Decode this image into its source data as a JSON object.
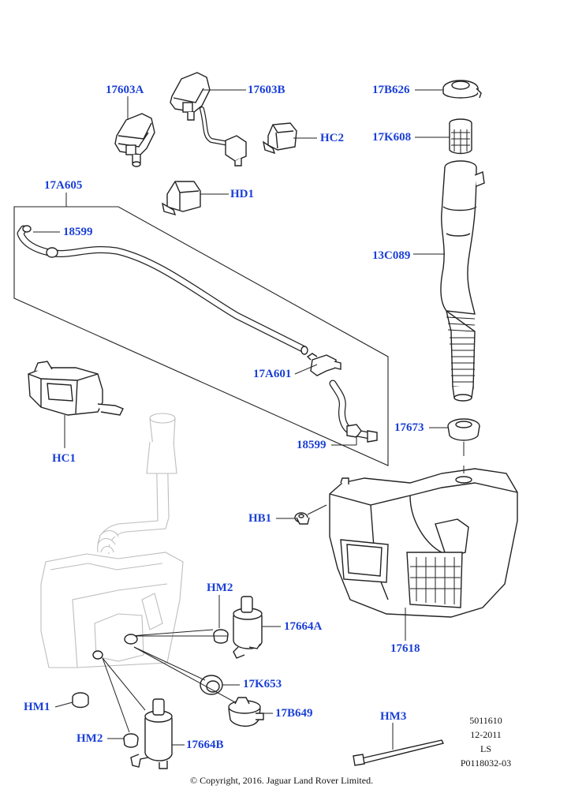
{
  "labels": {
    "l17603A": "17603A",
    "l17603B": "17603B",
    "lHC2": "HC2",
    "lHD1": "HD1",
    "l17A605": "17A605",
    "l18599a": "18599",
    "l17A601": "17A601",
    "l18599b": "18599",
    "lHC1": "HC1",
    "l17B626": "17B626",
    "l17K608": "17K608",
    "l13C089": "13C089",
    "l17673": "17673",
    "lHB1": "HB1",
    "l17618": "17618",
    "lHM2a": "HM2",
    "l17664A": "17664A",
    "l17K653": "17K653",
    "lHM1": "HM1",
    "l17B649": "17B649",
    "lHM2b": "HM2",
    "l17664B": "17664B",
    "lHM3": "HM3"
  },
  "meta": {
    "code": "5011610",
    "date": "12-2011",
    "ls": "LS",
    "ref": "P0118032-03"
  },
  "copyright": "© Copyright, 2016. Jaguar Land Rover Limited."
}
